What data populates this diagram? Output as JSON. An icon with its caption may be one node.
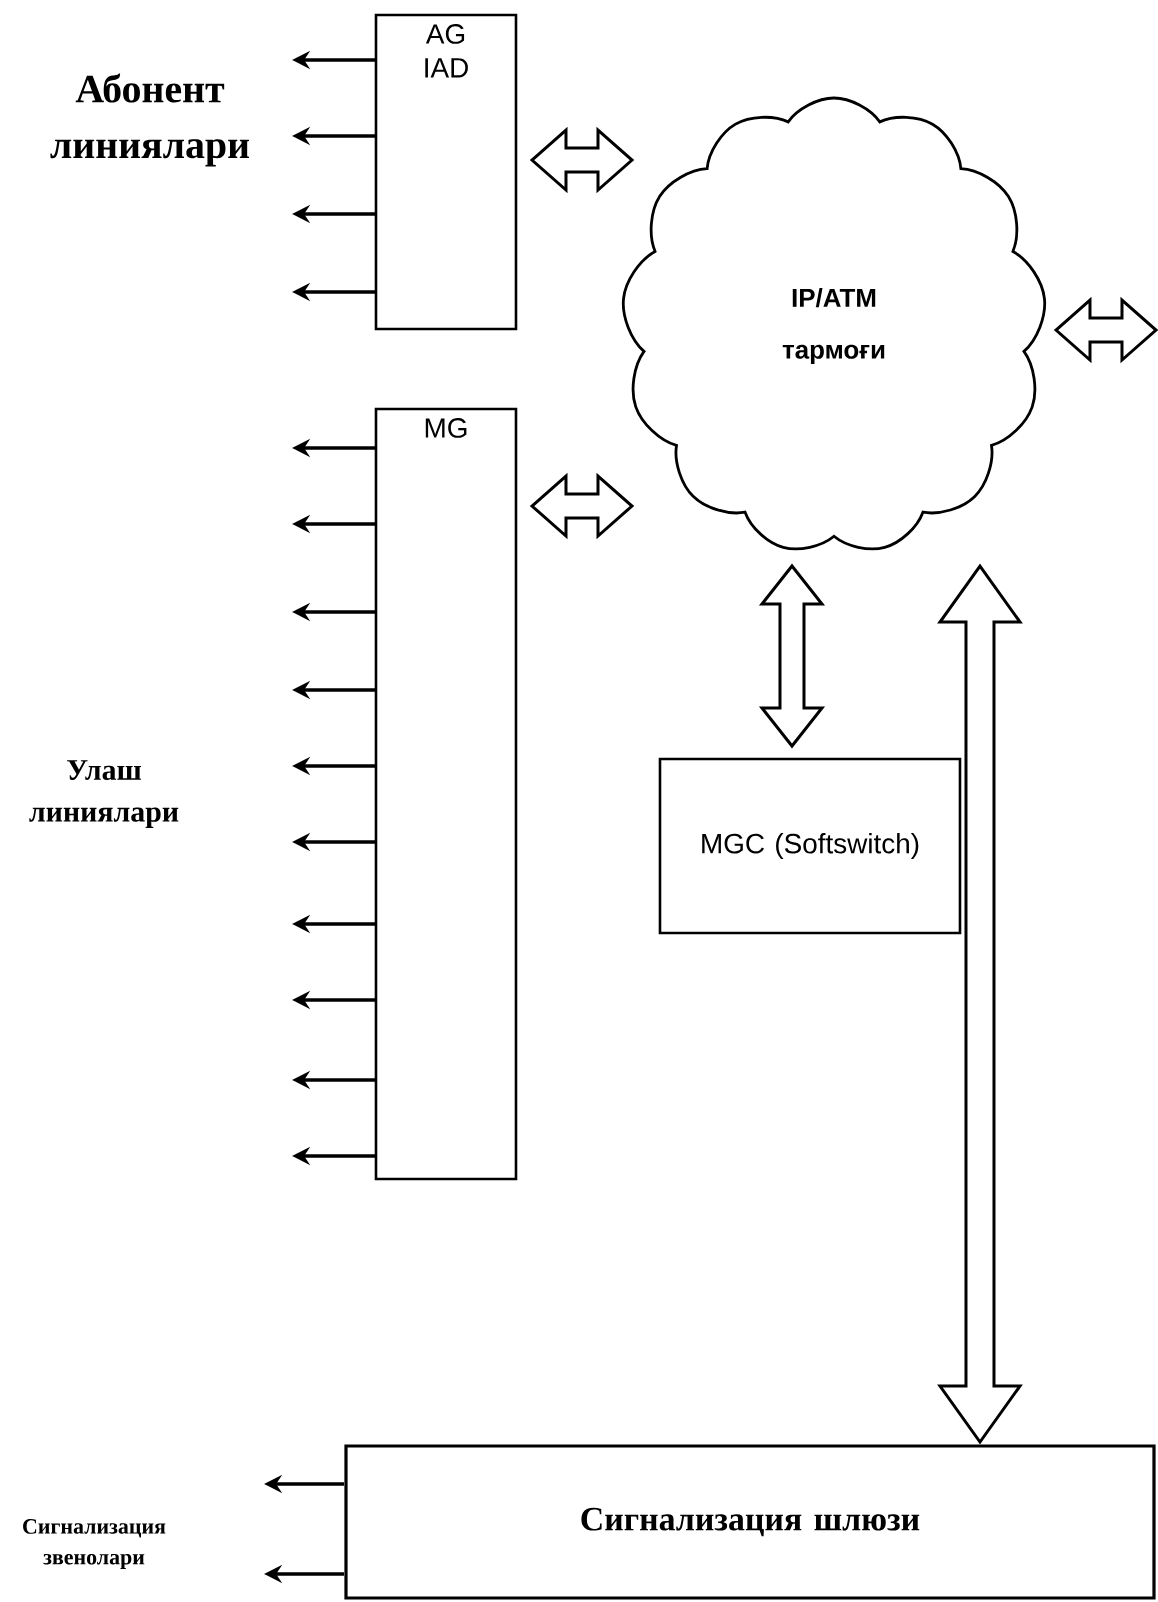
{
  "diagram": {
    "nodes": [
      {
        "text": [
          "AG IAD"
        ]
      },
      {
        "text": [
          "IP/ATM тармоғи"
        ]
      },
      {
        "text": [
          "MG"
        ]
      },
      {
        "text": [
          "MGC (Softswitch)"
        ]
      },
      {
        "text": [
          "Сигнализация шлюзи"
        ]
      }
    ],
    "edges": [
      {
        "from": 0,
        "to": null,
        "arrow": "to"
      },
      {
        "from": 0,
        "to": null,
        "arrow": "to"
      },
      {
        "from": 0,
        "to": null,
        "arrow": "to"
      },
      {
        "from": 0,
        "to": null,
        "arrow": "to"
      },
      {
        "from": 2,
        "to": null,
        "arrow": "to"
      },
      {
        "from": 2,
        "to": null,
        "arrow": "to"
      },
      {
        "from": 2,
        "to": null,
        "arrow": "to"
      },
      {
        "from": 2,
        "to": null,
        "arrow": "to"
      },
      {
        "from": 2,
        "to": null,
        "arrow": "to"
      },
      {
        "from": 2,
        "to": null,
        "arrow": "to"
      },
      {
        "from": 2,
        "to": null,
        "arrow": "to"
      },
      {
        "from": 2,
        "to": null,
        "arrow": "to"
      },
      {
        "from": 2,
        "to": null,
        "arrow": "to"
      },
      {
        "from": 2,
        "to": null,
        "arrow": "to"
      },
      {
        "from": 4,
        "to": null,
        "arrow": "to"
      },
      {
        "from": 4,
        "to": null,
        "arrow": "to"
      },
      {
        "from": 0,
        "to": 1,
        "arrow": "both",
        "style": "thick"
      },
      {
        "from": 2,
        "to": 1,
        "arrow": "both",
        "style": "thick"
      },
      {
        "from": 1,
        "to": 3,
        "arrow": "both",
        "style": "thick"
      },
      {
        "from": 1,
        "to": 4,
        "arrow": "both",
        "style": "thick"
      },
      {
        "from": 1,
        "to": null,
        "arrow": "both",
        "style": "thick"
      }
    ],
    "labels": [
      "Абонент линиялари",
      "Улаш линиялари",
      "Сигнализация звенолари"
    ]
  }
}
